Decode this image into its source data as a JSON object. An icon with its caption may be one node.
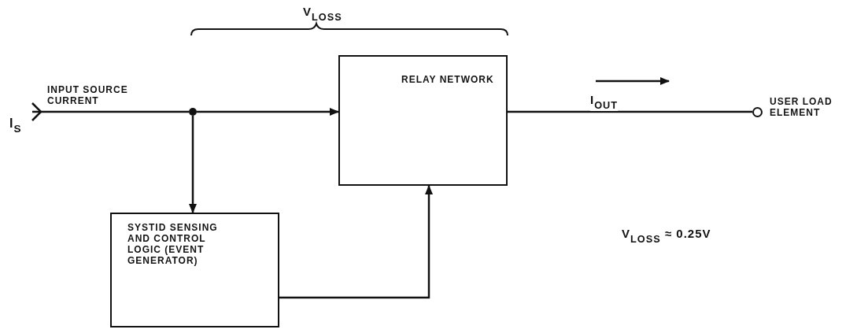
{
  "diagram": {
    "nodes": [
      {
        "text": [
          "I$_{S}$"
        ],
        "beside": [
          "INPUT SOURCE CURRENT"
        ]
      },
      {
        "text": [],
        "shape": "circle"
      },
      {
        "text": [
          "RELAY NETWORK"
        ]
      },
      {
        "text": [
          "SYSTID SENSING AND CONTROL LOGIC (EVENT GENERATOR)"
        ]
      },
      {
        "text": [],
        "shape": "circle",
        "beside": [
          "USER LOAD ELEMENT"
        ]
      }
    ],
    "edges": [
      {
        "from": 0,
        "to": 1,
        "arrow": "other"
      },
      {
        "from": 1,
        "to": 2,
        "arrow": "to"
      },
      {
        "from": 1,
        "to": 3,
        "arrow": "to"
      },
      {
        "from": 3,
        "to": 2,
        "arrow": "to"
      },
      {
        "from": 2,
        "to": 4,
        "arrow": "none",
        "label": "I$_{OUT}$"
      }
    ],
    "labels": [
      "V$_{LOSS}$",
      "V$_{LOSS}$ ≈ 0.25V"
    ]
  }
}
